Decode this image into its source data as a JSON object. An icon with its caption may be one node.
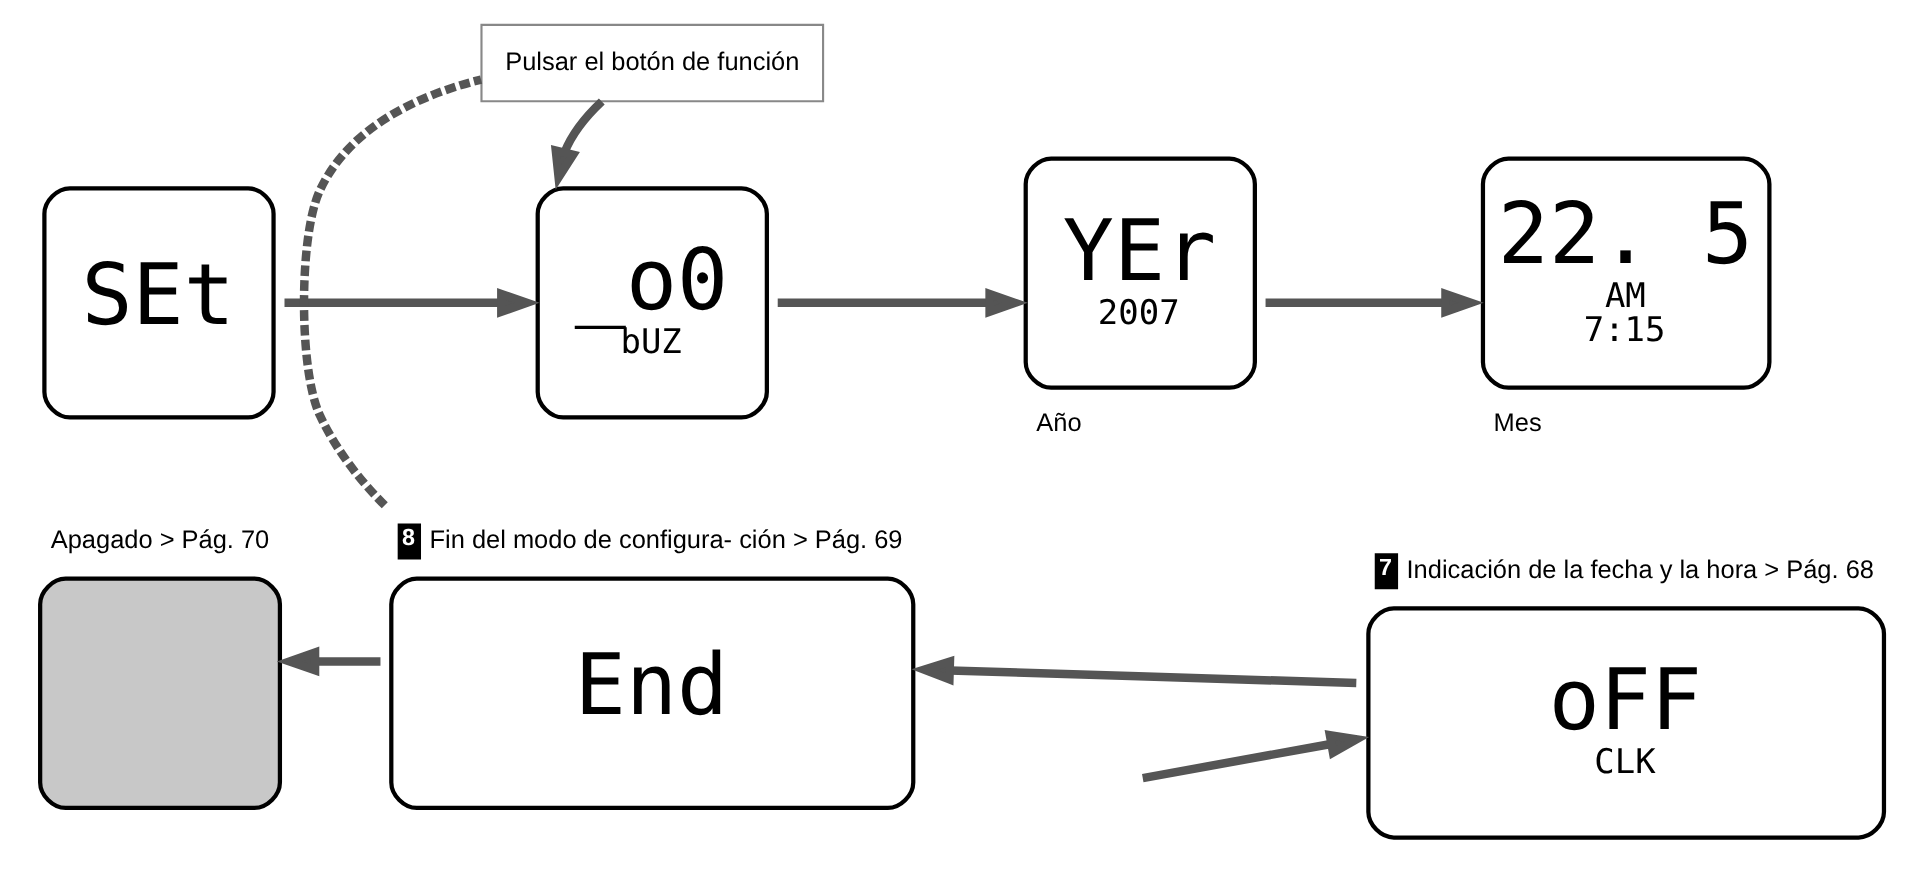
{
  "diagram": {
    "nodes": [
      {
        "text": [
          "SEt"
        ]
      },
      {
        "text": [
          "_o0",
          "bUZ"
        ]
      },
      {
        "text": [
          "YEr",
          "2007"
        ],
        "beside": [
          "Año"
        ]
      },
      {
        "text": [
          "22. 5",
          "AM",
          "7:15"
        ],
        "beside": [
          "Mes"
        ]
      },
      {
        "text": [],
        "shape": "box",
        "beside": [
          "Apagado > Pág. 70"
        ]
      },
      {
        "text": [
          "End"
        ],
        "beside": [
          "8",
          "Fin del modo de configura- ción > Pág. 69"
        ]
      },
      {
        "text": [
          "oFF",
          "CLK"
        ],
        "beside": [
          "7",
          "Indicación de la fecha y la hora > Pág. 68"
        ]
      },
      {
        "text": [
          "Pulsar el botón de función"
        ]
      }
    ],
    "edges": [
      {
        "from": 0,
        "to": 1,
        "arrow": "to"
      },
      {
        "from": 1,
        "to": 2,
        "arrow": "to"
      },
      {
        "from": 2,
        "to": 3,
        "arrow": "to"
      },
      {
        "from": null,
        "to": 6,
        "arrow": "to"
      },
      {
        "from": 6,
        "to": 5,
        "arrow": "to"
      },
      {
        "from": 5,
        "to": 4,
        "arrow": "to"
      },
      {
        "from": 5,
        "to": 7,
        "arrow": "none",
        "style": "dashed"
      },
      {
        "from": 7,
        "to": 1,
        "arrow": "to"
      }
    ]
  }
}
